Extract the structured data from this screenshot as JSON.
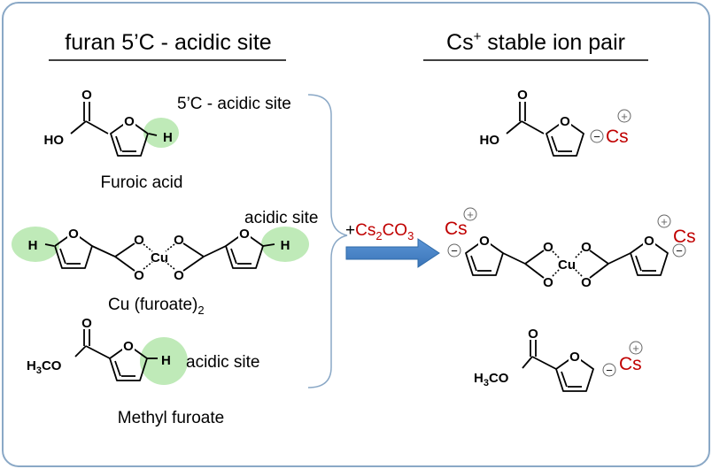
{
  "left_panel": {
    "heading": "furan 5’C - acidic site",
    "mol1": {
      "site_label": "5’C - acidic site",
      "name": "Furoic acid"
    },
    "mol2": {
      "site_label": "acidic site",
      "name_main": "Cu (furoate)",
      "name_sub": "2"
    },
    "mol3": {
      "site_label": "acidic site",
      "name": "Methyl furoate"
    }
  },
  "reagent": {
    "plus": "+",
    "cs": "Cs",
    "sub2": "2",
    "co": "CO",
    "sub3": "3"
  },
  "right_panel": {
    "heading_main": "Cs",
    "heading_sup": "+",
    "heading_rest": " stable ion pair"
  },
  "atoms": {
    "o": "O",
    "h": "H",
    "ho": "HO",
    "cu": "Cu",
    "h3co_h": "H",
    "h3co_3": "3",
    "h3co_co": "CO",
    "cs": "Cs",
    "plus": "+",
    "minus": "−"
  },
  "colors": {
    "highlight": "#bfeab8",
    "cation": "#c00000",
    "arrow": "#4a86c8",
    "frame": "#8aa8c6"
  }
}
